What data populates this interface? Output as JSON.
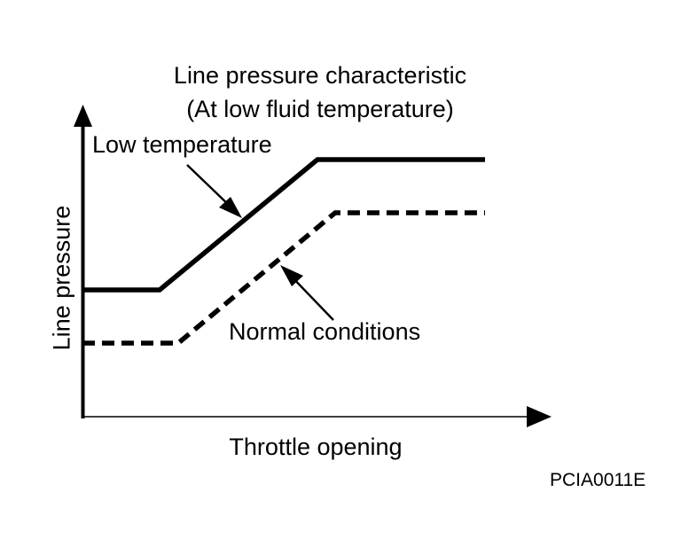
{
  "figure": {
    "title_line1": "Line pressure characteristic",
    "title_line2": "(At low fluid temperature)",
    "code": "PCIA0011E",
    "background_color": "#ffffff",
    "ink_color": "#000000"
  },
  "axes": {
    "x_label": "Throttle opening",
    "y_label": "Line pressure",
    "x_arrow_icon": "arrow-right-icon",
    "y_arrow_icon": "arrow-up-icon"
  },
  "annotations": [
    {
      "label": "Low temperature",
      "target_series": "low_temperature",
      "leader_icon": "leader-arrow-icon"
    },
    {
      "label": "Normal conditions",
      "target_series": "normal_conditions",
      "leader_icon": "leader-arrow-icon"
    }
  ],
  "chart_data": {
    "type": "line",
    "title": "Line pressure characteristic (At low fluid temperature)",
    "xlabel": "Throttle opening",
    "ylabel": "Line pressure",
    "grid": false,
    "legend": "inline-annotations",
    "xlim": [
      0,
      1
    ],
    "ylim": [
      0,
      1
    ],
    "axis_ticks": false,
    "axis_tick_labels": false,
    "series": [
      {
        "name": "Low temperature",
        "style": "solid",
        "line_width": 5,
        "color": "#000000",
        "x": [
          0.0,
          0.186,
          0.565,
          0.968
        ],
        "y": [
          0.412,
          0.412,
          0.834,
          0.834
        ],
        "description": "Flat at higher initial pressure, rises with throttle opening, then plateaus at the higher maximum pressure."
      },
      {
        "name": "Normal conditions",
        "style": "dashed",
        "line_width": 5,
        "color": "#000000",
        "x": [
          0.0,
          0.23,
          0.61,
          0.968
        ],
        "y": [
          0.238,
          0.238,
          0.662,
          0.662
        ],
        "description": "Flat at lower initial pressure, rises in parallel with the low-temperature curve, then plateaus at a lower maximum pressure."
      }
    ],
    "notes": "Schematic characteristic curve; axes are unitless/qualitative with no tick marks or numeric labels. At low fluid temperature the line pressure is raised across the whole throttle range."
  }
}
